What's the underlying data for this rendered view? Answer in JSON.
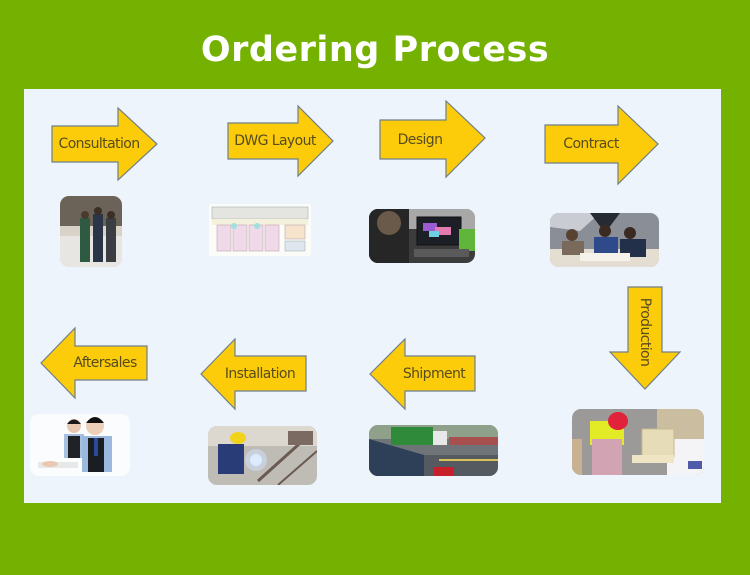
{
  "title": "Ordering Process",
  "colors": {
    "background": "#74b100",
    "panel": "#eef4fb",
    "arrow_fill": "#fccc0a",
    "arrow_stroke": "#6f7f8a",
    "arrow_text": "#574c1f",
    "title_text": "#ffffff"
  },
  "steps": [
    {
      "order": 1,
      "label": "Consultation",
      "direction": "right",
      "photo": "team-photo-in-showroom"
    },
    {
      "order": 2,
      "label": "DWG Layout",
      "direction": "right",
      "photo": "floor-plan-drawing"
    },
    {
      "order": 3,
      "label": "Design",
      "direction": "right",
      "photo": "designer-at-computer-3d-render"
    },
    {
      "order": 4,
      "label": "Contract",
      "direction": "right",
      "photo": "meeting-signing-contract"
    },
    {
      "order": 5,
      "label": "Production",
      "direction": "down",
      "photo": "worker-in-factory"
    },
    {
      "order": 6,
      "label": "Shipment",
      "direction": "left",
      "photo": "truck-and-shipping-container"
    },
    {
      "order": 7,
      "label": "Installation",
      "direction": "left",
      "photo": "welder-installing-frame"
    },
    {
      "order": 8,
      "label": "Aftersales",
      "direction": "left",
      "photo": "customer-service-agents-with-headsets"
    }
  ]
}
